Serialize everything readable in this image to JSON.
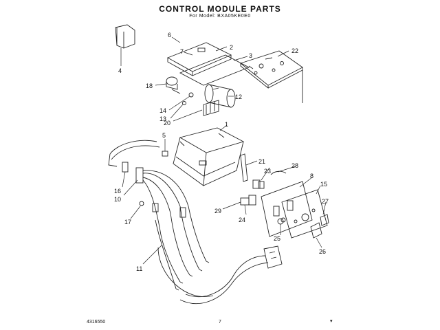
{
  "header": {
    "title": "CONTROL MODULE PARTS",
    "subtitle": "For Model: BXA05KE0E0"
  },
  "footer": {
    "doc_number": "4316550",
    "page": "7",
    "mark": "▾"
  },
  "callouts": [
    {
      "id": "c1",
      "text": "1"
    },
    {
      "id": "c2",
      "text": "2"
    },
    {
      "id": "c3",
      "text": "3"
    },
    {
      "id": "c4",
      "text": "4"
    },
    {
      "id": "c5",
      "text": "5"
    },
    {
      "id": "c6",
      "text": "6"
    },
    {
      "id": "c7",
      "text": "7"
    },
    {
      "id": "c8",
      "text": "8"
    },
    {
      "id": "c10",
      "text": "10"
    },
    {
      "id": "c11",
      "text": "11"
    },
    {
      "id": "c12",
      "text": "12"
    },
    {
      "id": "c13",
      "text": "13"
    },
    {
      "id": "c14",
      "text": "14"
    },
    {
      "id": "c15",
      "text": "15"
    },
    {
      "id": "c16",
      "text": "16"
    },
    {
      "id": "c17",
      "text": "17"
    },
    {
      "id": "c18",
      "text": "18"
    },
    {
      "id": "c20",
      "text": "20"
    },
    {
      "id": "c21",
      "text": "21"
    },
    {
      "id": "c22",
      "text": "22"
    },
    {
      "id": "c23",
      "text": "23"
    },
    {
      "id": "c24",
      "text": "24"
    },
    {
      "id": "c25",
      "text": "25"
    },
    {
      "id": "c26",
      "text": "26"
    },
    {
      "id": "c27",
      "text": "27"
    },
    {
      "id": "c28",
      "text": "28"
    },
    {
      "id": "c29",
      "text": "29"
    }
  ]
}
